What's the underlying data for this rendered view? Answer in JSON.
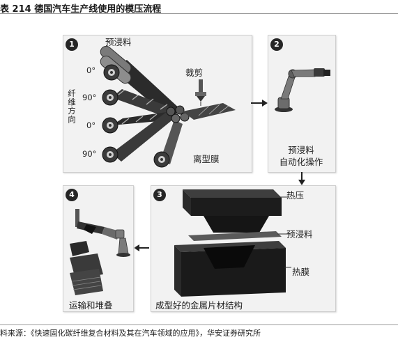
{
  "title": "表 214 德国汽车生产线使用的模压流程",
  "steps": [
    {
      "number": "1",
      "labels": {
        "prepreg": "预浸料",
        "cutting": "裁剪",
        "fiber_direction": "纤维方向",
        "release_film": "离型膜"
      },
      "angles": [
        "0°",
        "90°",
        "0°",
        "90°"
      ]
    },
    {
      "number": "2",
      "label_line1": "预浸料",
      "label_line2": "自动化操作"
    },
    {
      "number": "3",
      "labels": {
        "hot_press": "热压",
        "prepreg": "预浸料",
        "heat_film": "热膜",
        "caption": "成型好的金属片材结构"
      }
    },
    {
      "number": "4",
      "caption": "运输和堆叠"
    }
  ],
  "source": "料来源：《快速固化碳纤维复合材料及其在汽车领域的应用》，华安证券研究所"
}
